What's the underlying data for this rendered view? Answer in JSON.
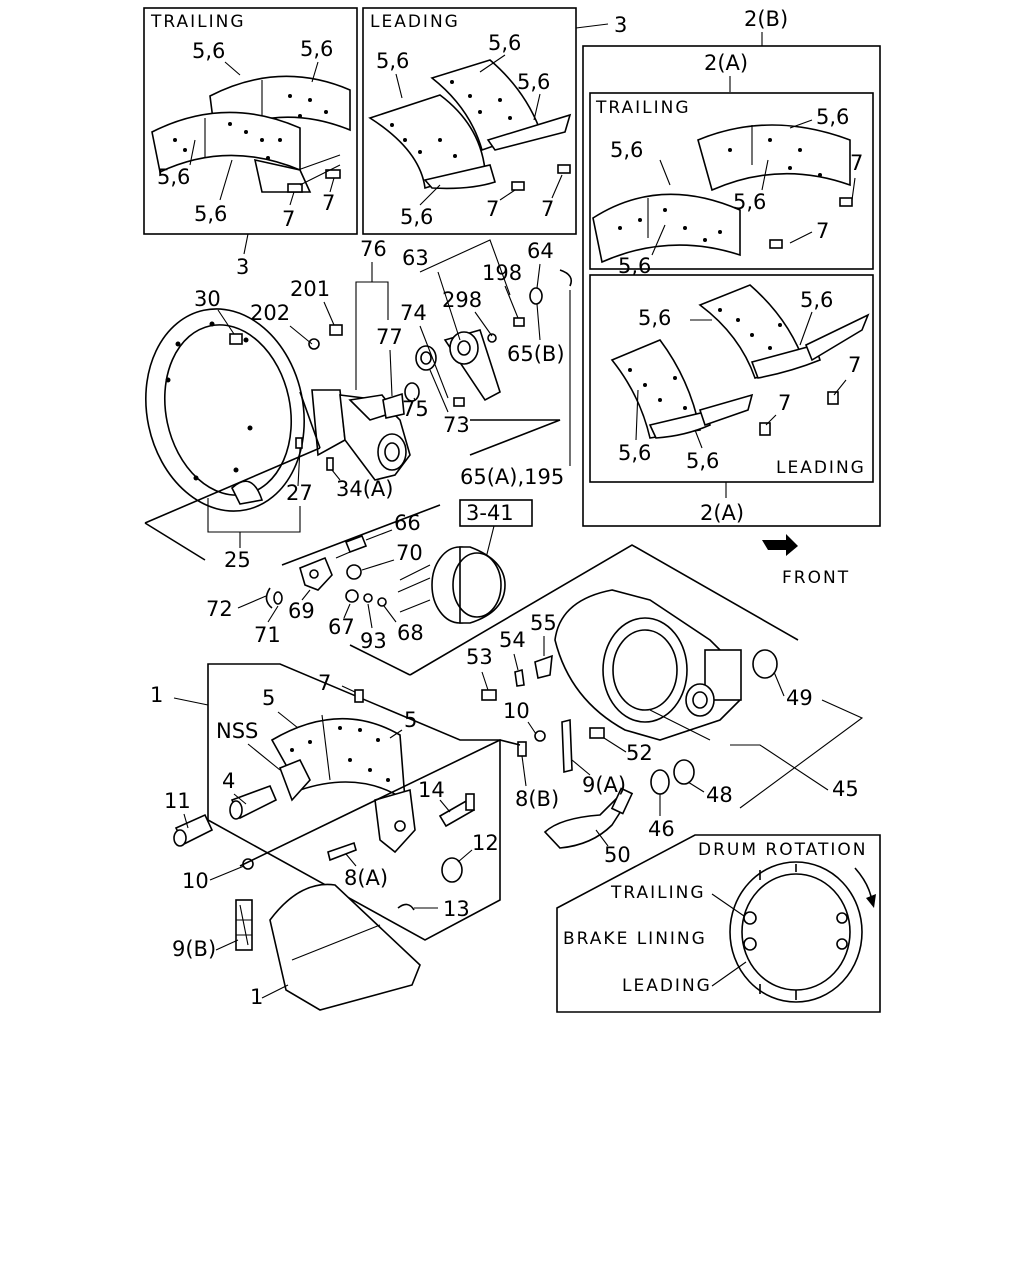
{
  "boxes": {
    "kit3_trailing": "TRAILING",
    "kit3_leading": "LEADING",
    "kit2a_trailing": "TRAILING",
    "kit2a_leading": "LEADING",
    "ref_box": "3-41",
    "front": "FRONT",
    "drum_rotation": "DRUM ROTATION",
    "inset_trailing": "TRAILING",
    "inset_brake_lining": "BRAKE LINING",
    "inset_leading": "LEADING"
  },
  "callouts": {
    "c3_top": "3",
    "c3_bottom": "3",
    "c2b": "2(B)",
    "c2a_top": "2(A)",
    "c2a_bottom": "2(A)",
    "k3t_56_a": "5,6",
    "k3t_56_b": "5,6",
    "k3t_56_c": "5,6",
    "k3t_56_d": "5,6",
    "k3t_7_a": "7",
    "k3t_7_b": "7",
    "k3l_56_a": "5,6",
    "k3l_56_b": "5,6",
    "k3l_56_c": "5,6",
    "k3l_56_d": "5,6",
    "k3l_7_a": "7",
    "k3l_7_b": "7",
    "k2t_56_a": "5,6",
    "k2t_56_b": "5,6",
    "k2t_56_c": "5,6",
    "k2t_56_d": "5,6",
    "k2t_7_a": "7",
    "k2t_7_b": "7",
    "k2l_56_a": "5,6",
    "k2l_56_b": "5,6",
    "k2l_56_c": "5,6",
    "k2l_56_d": "5,6",
    "k2l_7_a": "7",
    "k2l_7_b": "7",
    "p30": "30",
    "p202": "202",
    "p201": "201",
    "p76": "76",
    "p77": "77",
    "p75": "75",
    "p74": "74",
    "p73": "73",
    "p63": "63",
    "p298": "298",
    "p198": "198",
    "p64": "64",
    "p65b": "65(B)",
    "p34a": "34(A)",
    "p27": "27",
    "p25": "25",
    "p65a195": "65(A),195",
    "p66": "66",
    "p70": "70",
    "p72": "72",
    "p71": "71",
    "p69": "69",
    "p67": "67",
    "p93": "93",
    "p68": "68",
    "p55": "55",
    "p54": "54",
    "p53": "53",
    "p49": "49",
    "p10_right": "10",
    "p52": "52",
    "p9a": "9(A)",
    "p8b": "8(B)",
    "p48": "48",
    "p45": "45",
    "p46": "46",
    "p50": "50",
    "p1_top": "1",
    "p7": "7",
    "p5_a": "5",
    "p5_b": "5",
    "nss": "NSS",
    "p4": "4",
    "p11": "11",
    "p14": "14",
    "p12": "12",
    "p10_left": "10",
    "p8a": "8(A)",
    "p13": "13",
    "p9b": "9(B)",
    "p1_bottom": "1"
  }
}
